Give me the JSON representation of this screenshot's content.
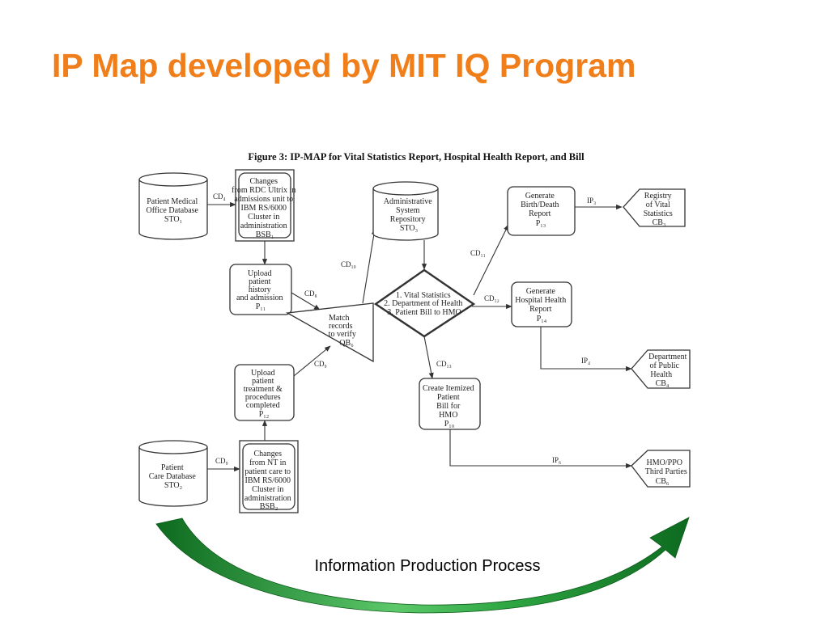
{
  "slide": {
    "title": "IP Map developed by MIT IQ Program",
    "caption": "Information Production Process"
  },
  "figure": {
    "title": "Figure 3: IP-MAP for Vital Statistics Report, Hospital Health Report, and Bill",
    "nodes": {
      "sto1": [
        "Patient Medical",
        "Office Database",
        "STO₁"
      ],
      "sto2": [
        "Patient",
        "Care Database",
        "STO₂"
      ],
      "bsb1": [
        "Changes",
        "from RDC Ultrix in",
        "admissions unit to",
        "IBM RS/6000",
        "Cluster in",
        "administration",
        "BSB₁"
      ],
      "bsb2": [
        "Changes",
        "from NT in",
        "patient care to",
        "IBM RS/6000",
        "Cluster in",
        "administration",
        "BSB₂"
      ],
      "p11": [
        "Upload",
        "patient",
        "history",
        "and admission",
        "P₁₁"
      ],
      "p12": [
        "Upload",
        "patient",
        "treatment &",
        "procedures",
        "completed",
        "P₁₂"
      ],
      "qb6": [
        "Match",
        "records",
        "to verify",
        "QB₆"
      ],
      "sto3": [
        "Administrative",
        "System",
        "Repository",
        "STO₃"
      ],
      "decision": [
        "1. Vital Statistics",
        "2. Department of Health",
        "3. Patient Bill to HMO"
      ],
      "p13": [
        "Generate",
        "Birth/Death",
        "Report",
        "P₁₃"
      ],
      "p14": [
        "Generate",
        "Hospital Health",
        "Report",
        "P₁₄"
      ],
      "p10": [
        "Create Itemized",
        "Patient",
        "Bill for",
        "HMO",
        "P₁₀"
      ],
      "cb3": [
        "Registry",
        "of Vital",
        "Statistics",
        "CB₃"
      ],
      "cb4": [
        "Department",
        "of Public",
        "Health",
        "CB₄"
      ],
      "cb6": [
        "HMO/PPO",
        "Third Parties",
        "CB₆"
      ]
    },
    "flows": {
      "cd4": "CD₄",
      "cd9": "CD₉",
      "cd8": "CD₈",
      "cd9b": "CD₉",
      "cd10": "CD₁₀",
      "cd11": "CD₁₁",
      "cd12": "CD₁₂",
      "cd13": "CD₁₃",
      "ip3": "IP₃",
      "ip4": "IP₄",
      "ip6": "IP₆"
    }
  },
  "colors": {
    "title": "#f07f1b",
    "arrow_dark": "#0d6a1f",
    "arrow_light": "#39b54a"
  }
}
